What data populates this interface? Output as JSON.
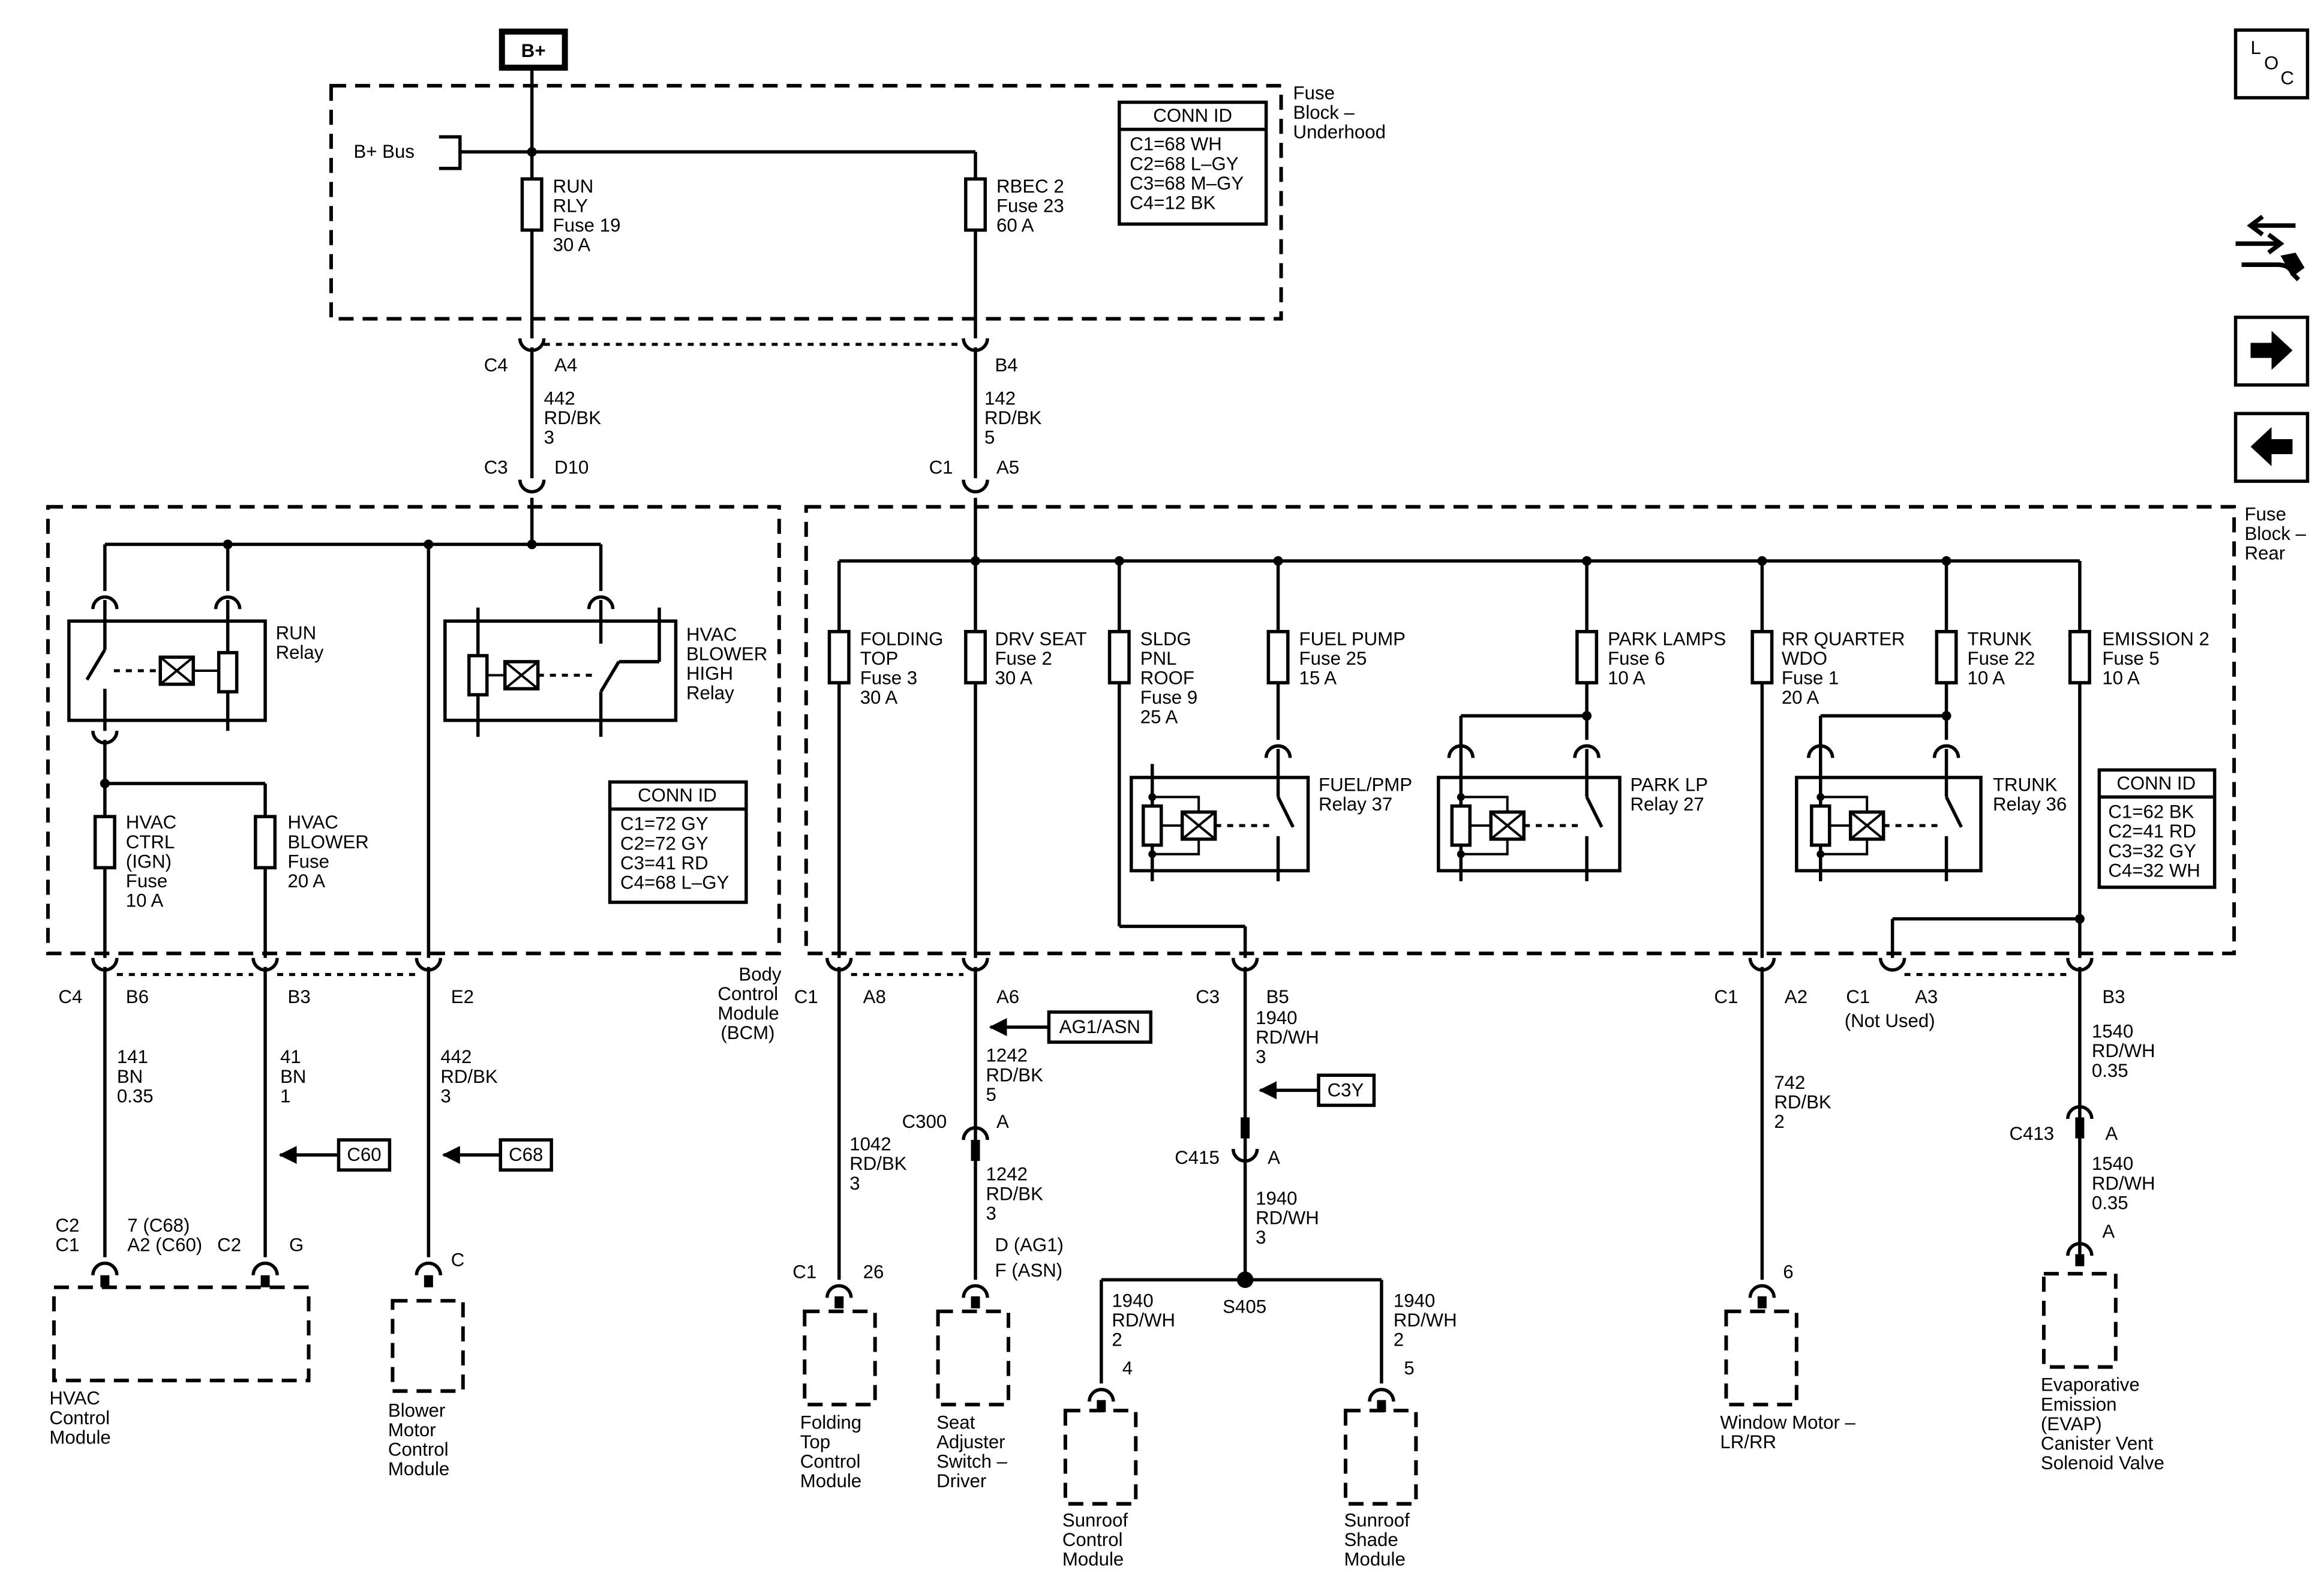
{
  "source": "B+",
  "nav": {
    "loc_l": "L",
    "loc_o": "O",
    "loc_c": "C"
  },
  "underhood": {
    "name": [
      "Fuse",
      "Block –",
      "Underhood"
    ],
    "bus": "B+ Bus",
    "fuse_run": [
      "RUN",
      "RLY",
      "Fuse 19",
      "30 A"
    ],
    "fuse_rbec": [
      "RBEC 2",
      "Fuse 23",
      "60 A"
    ],
    "conn_title": "CONN ID",
    "conn": [
      "C1=68 WH",
      "C2=68 L–GY",
      "C3=68 M–GY",
      "C4=12 BK"
    ]
  },
  "top_conn": {
    "c4": "C4",
    "a4": "A4",
    "b4": "B4",
    "w442": [
      "442",
      "RD/BK",
      "3"
    ],
    "w142": [
      "142",
      "RD/BK",
      "5"
    ],
    "c3": "C3",
    "d10": "D10",
    "c1": "C1",
    "a5": "A5"
  },
  "bcm": {
    "name": [
      "Body",
      "Control",
      "Module",
      "(BCM)"
    ],
    "run_relay": [
      "RUN",
      "Relay"
    ],
    "hvac_blower_relay": [
      "HVAC",
      "BLOWER",
      "HIGH",
      "Relay"
    ],
    "fuse_hvac_ctrl": [
      "HVAC",
      "CTRL",
      "(IGN)",
      "Fuse",
      "10 A"
    ],
    "fuse_hvac_blower": [
      "HVAC",
      "BLOWER",
      "Fuse",
      "20 A"
    ],
    "conn_title": "CONN ID",
    "conn": [
      "C1=72 GY",
      "C2=72 GY",
      "C3=41 RD",
      "C4=68 L–GY"
    ],
    "pins": {
      "c4": "C4",
      "b6": "B6",
      "b3": "B3",
      "e2": "E2"
    },
    "w141": [
      "141",
      "BN",
      "0.35"
    ],
    "w41": [
      "41",
      "BN",
      "1"
    ],
    "w442": [
      "442",
      "RD/BK",
      "3"
    ],
    "ref_c60": "C60",
    "ref_c68": "C68",
    "hvac_pins": [
      "C2",
      "C1"
    ],
    "hvac_pin_nums": [
      "7 (C68)",
      "A2 (C60)"
    ],
    "pin_c2": "C2",
    "pin_g": "G",
    "pin_c": "C",
    "hvac_module": [
      "HVAC",
      "Control",
      "Module"
    ],
    "blower_module": [
      "Blower",
      "Motor",
      "Control",
      "Module"
    ]
  },
  "rear": {
    "name": [
      "Fuse",
      "Block –",
      "Rear"
    ],
    "fuse_folding": [
      "FOLDING",
      "TOP",
      "Fuse 3",
      "30 A"
    ],
    "fuse_drv": [
      "DRV SEAT",
      "Fuse 2",
      "30 A"
    ],
    "fuse_sldg": [
      "SLDG",
      "PNL",
      "ROOF",
      "Fuse 9",
      "25 A"
    ],
    "fuse_fuel": [
      "FUEL PUMP",
      "Fuse 25",
      "15 A"
    ],
    "fuse_park": [
      "PARK LAMPS",
      "Fuse 6",
      "10 A"
    ],
    "fuse_rr": [
      "RR QUARTER",
      "WDO",
      "Fuse 1",
      "20 A"
    ],
    "fuse_trunk": [
      "TRUNK",
      "Fuse 22",
      "10 A"
    ],
    "fuse_emission": [
      "EMISSION 2",
      "Fuse 5",
      "10 A"
    ],
    "relay_fuel": [
      "FUEL/PMP",
      "Relay 37"
    ],
    "relay_park": [
      "PARK LP",
      "Relay 27"
    ],
    "relay_trunk": [
      "TRUNK",
      "Relay 36"
    ],
    "conn_title": "CONN ID",
    "conn": [
      "C1=62 BK",
      "C2=41 RD",
      "C3=32 GY",
      "C4=32 WH"
    ],
    "pins": {
      "c1a": "C1",
      "a8": "A8",
      "a6": "A6",
      "c3": "C3",
      "b5": "B5",
      "c1b": "C1",
      "a2": "A2",
      "c1c": "C1",
      "a3": "A3",
      "b3": "B3",
      "not_used": "(Not Used)"
    },
    "ref_ag1": "AG1/ASN",
    "ref_c3y": "C3Y",
    "w1042": [
      "1042",
      "RD/BK",
      "3"
    ],
    "w1242a": [
      "1242",
      "RD/BK",
      "5"
    ],
    "c300": "C300",
    "c300_a": "A",
    "w1242b": [
      "1242",
      "RD/BK",
      "3"
    ],
    "seat_pins": [
      "D (AG1)",
      "F (ASN)"
    ],
    "w1940a": [
      "1940",
      "RD/WH",
      "3"
    ],
    "c415": "C415",
    "c415_a": "A",
    "w1940b": [
      "1940",
      "RD/WH",
      "3"
    ],
    "s405": "S405",
    "w1940c": [
      "1940",
      "RD/WH",
      "2"
    ],
    "w1940d": [
      "1940",
      "RD/WH",
      "2"
    ],
    "pin_4": "4",
    "pin_5": "5",
    "w742": [
      "742",
      "RD/BK",
      "2"
    ],
    "pin_6": "6",
    "w1540a": [
      "1540",
      "RD/WH",
      "0.35"
    ],
    "c413": "C413",
    "c413_a": "A",
    "w1540b": [
      "1540",
      "RD/WH",
      "0.35"
    ],
    "evap_a": "A",
    "fold_c1": "C1",
    "fold_26": "26",
    "folding_module": [
      "Folding",
      "Top",
      "Control",
      "Module"
    ],
    "seat_module": [
      "Seat",
      "Adjuster",
      "Switch –",
      "Driver"
    ],
    "sunroof_module": [
      "Sunroof",
      "Control",
      "Module"
    ],
    "shade_module": [
      "Sunroof",
      "Shade",
      "Module"
    ],
    "window_motor": [
      "Window Motor –",
      "LR/RR"
    ],
    "evap_valve": [
      "Evaporative",
      "Emission",
      "(EVAP)",
      "Canister Vent",
      "Solenoid Valve"
    ]
  }
}
